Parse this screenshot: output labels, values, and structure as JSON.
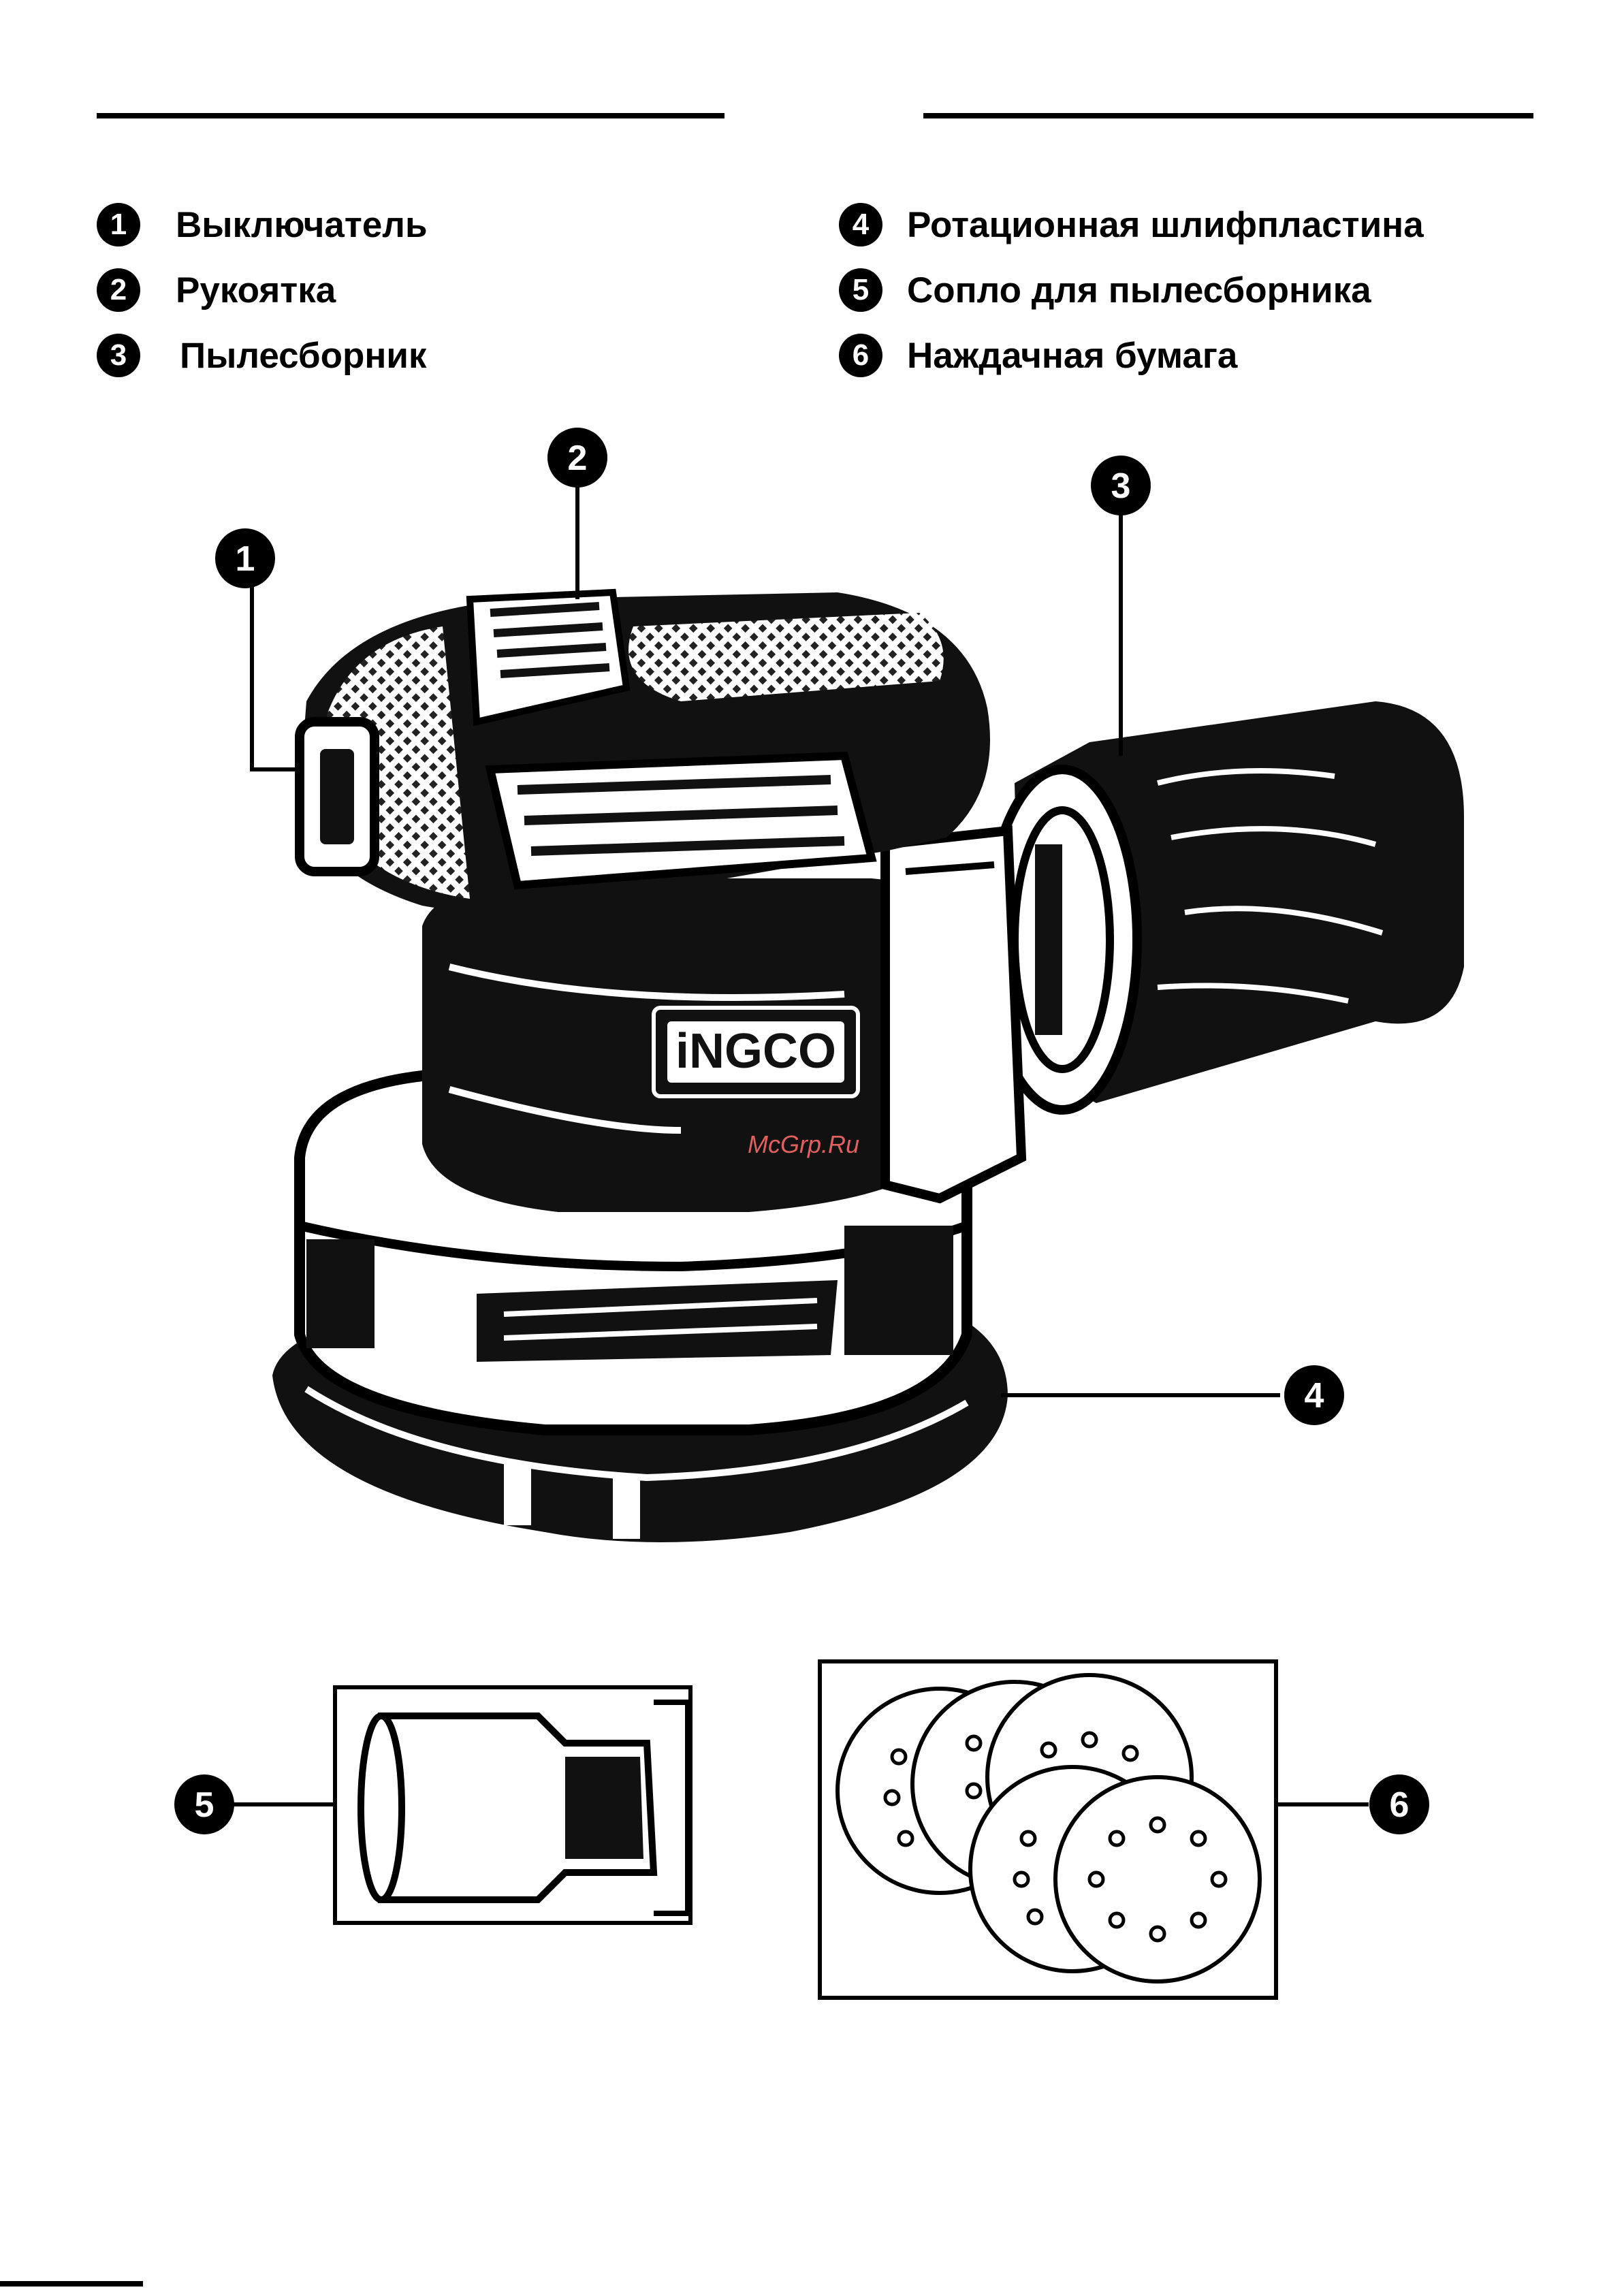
{
  "legend": {
    "left": [
      {
        "num": "1",
        "label": "Выключатель"
      },
      {
        "num": "2",
        "label": "Рукоятка"
      },
      {
        "num": "3",
        "label": "Пылесборник"
      }
    ],
    "right": [
      {
        "num": "4",
        "label": "Ротационная шлифпластина"
      },
      {
        "num": "5",
        "label": "Сопло для пылесборника"
      },
      {
        "num": "6",
        "label": "Наждачная бумага"
      }
    ]
  },
  "callouts": {
    "c1": "1",
    "c2": "2",
    "c3": "3",
    "c4": "4",
    "c5": "5",
    "c6": "6"
  },
  "brand": "iNGCO",
  "watermark": "McGrp.Ru"
}
